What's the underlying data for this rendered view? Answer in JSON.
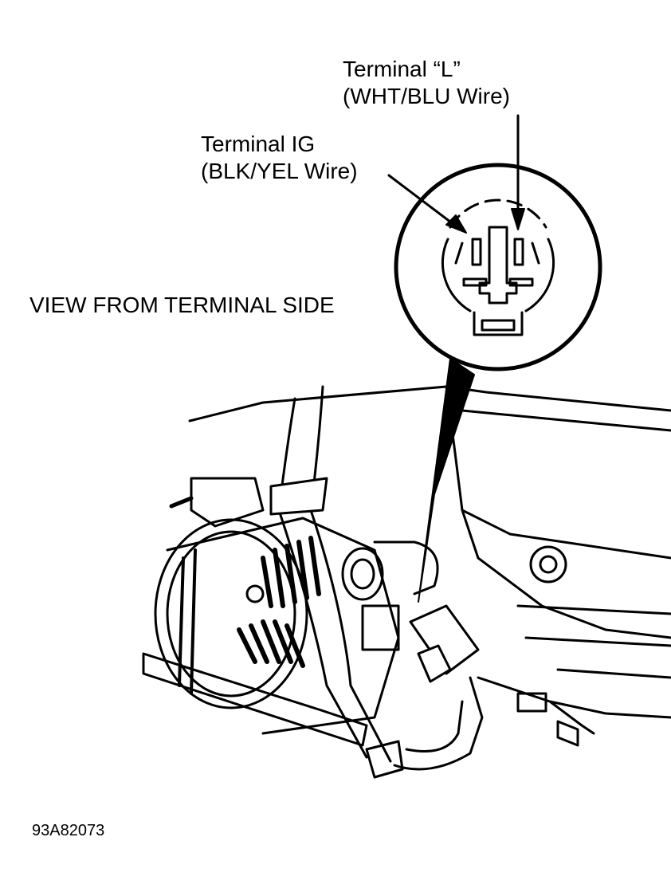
{
  "labels": {
    "terminal_l": {
      "line1": "Terminal “L”",
      "line2": "(WHT/BLU Wire)"
    },
    "terminal_ig": {
      "line1": "Terminal IG",
      "line2": "(BLK/YEL Wire)"
    },
    "view": "VIEW FROM TERMINAL SIDE",
    "figure_code": "93A82073"
  }
}
